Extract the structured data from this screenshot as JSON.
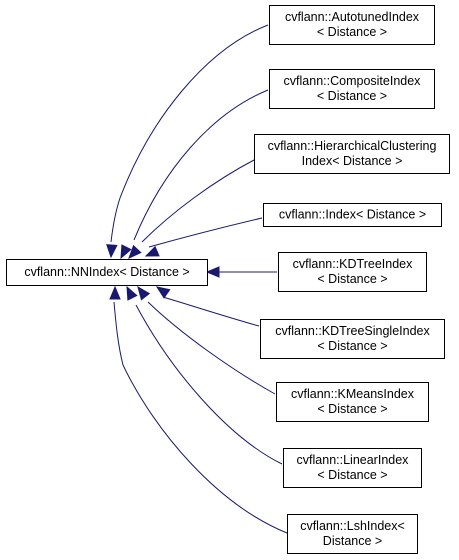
{
  "diagram": {
    "base": {
      "lines": [
        "cvflann::NNIndex< Distance >"
      ],
      "color": "#000000"
    },
    "derived": [
      {
        "id": "autotuned",
        "lines": [
          "cvflann::AutotunedIndex",
          "< Distance >"
        ]
      },
      {
        "id": "composite",
        "lines": [
          "cvflann::CompositeIndex",
          "< Distance >"
        ]
      },
      {
        "id": "hierarchical",
        "lines": [
          "cvflann::HierarchicalClustering",
          "Index< Distance >"
        ]
      },
      {
        "id": "index",
        "lines": [
          "cvflann::Index< Distance >"
        ]
      },
      {
        "id": "kdtree",
        "lines": [
          "cvflann::KDTreeIndex",
          "< Distance >"
        ]
      },
      {
        "id": "kdtree-single",
        "lines": [
          "cvflann::KDTreeSingleIndex",
          "< Distance >"
        ]
      },
      {
        "id": "kmeans",
        "lines": [
          "cvflann::KMeansIndex",
          "< Distance >"
        ]
      },
      {
        "id": "linear",
        "lines": [
          "cvflann::LinearIndex",
          "< Distance >"
        ]
      },
      {
        "id": "lsh",
        "lines": [
          "cvflann::LshIndex<",
          "Distance >"
        ]
      }
    ],
    "edge_color": "#191970"
  }
}
